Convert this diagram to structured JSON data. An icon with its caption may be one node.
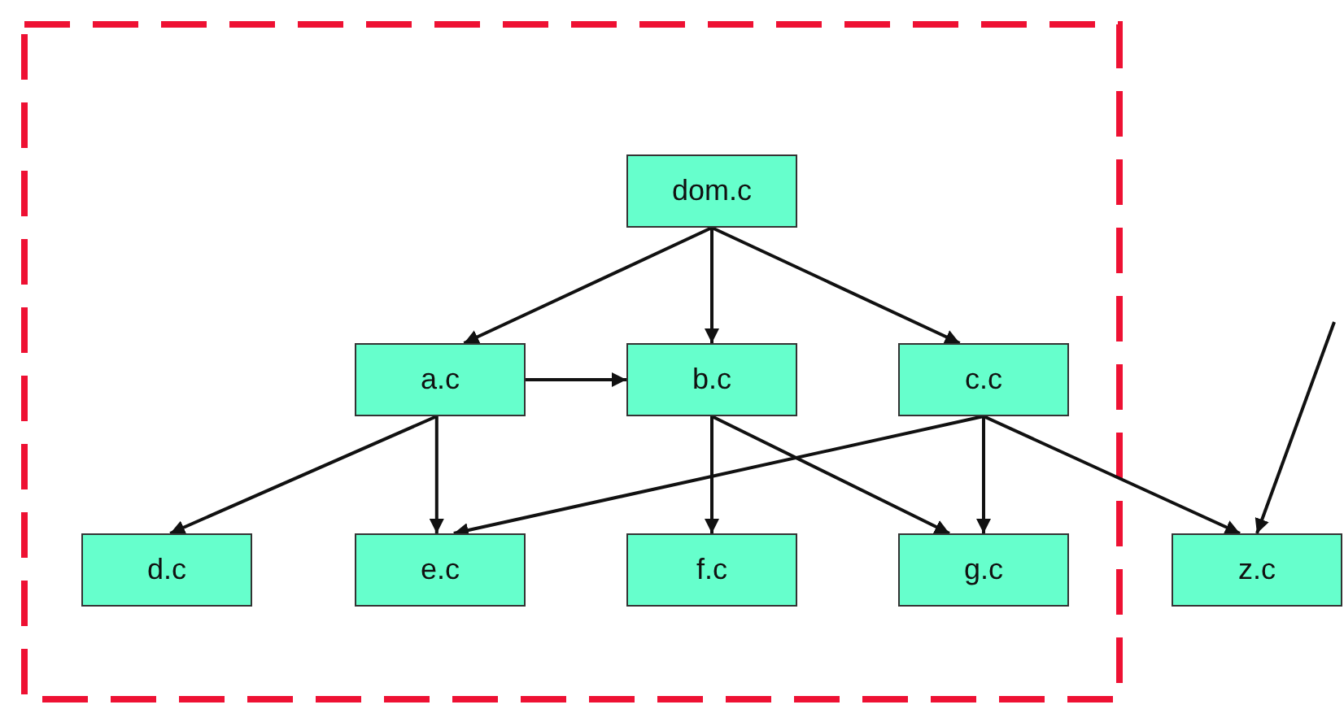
{
  "diagram": {
    "nodes": [
      {
        "text": [],
        "shape": "box"
      },
      {
        "text": [
          "dom.c"
        ],
        "in": 0
      },
      {
        "text": [
          "a.c"
        ],
        "in": 0
      },
      {
        "text": [
          "b.c"
        ],
        "in": 0
      },
      {
        "text": [
          "c.c"
        ],
        "in": 0
      },
      {
        "text": [
          "d.c"
        ],
        "in": 0
      },
      {
        "text": [
          "e.c"
        ],
        "in": 0
      },
      {
        "text": [
          "f.c"
        ],
        "in": 0
      },
      {
        "text": [
          "g.c"
        ],
        "in": 0
      },
      {
        "text": [
          "z.c"
        ]
      }
    ],
    "edges": [
      {
        "from": 1,
        "to": 2,
        "arrow": "to"
      },
      {
        "from": 1,
        "to": 3,
        "arrow": "to"
      },
      {
        "from": 1,
        "to": 4,
        "arrow": "to"
      },
      {
        "from": 2,
        "to": 3,
        "arrow": "to"
      },
      {
        "from": 2,
        "to": 5,
        "arrow": "to"
      },
      {
        "from": 2,
        "to": 6,
        "arrow": "to"
      },
      {
        "from": 3,
        "to": 7,
        "arrow": "to"
      },
      {
        "from": 3,
        "to": 8,
        "arrow": "to"
      },
      {
        "from": 4,
        "to": 6,
        "arrow": "to"
      },
      {
        "from": 4,
        "to": 8,
        "arrow": "to"
      },
      {
        "from": 4,
        "to": 9,
        "arrow": "to"
      },
      {
        "from": null,
        "to": 9,
        "arrow": "to"
      }
    ]
  }
}
